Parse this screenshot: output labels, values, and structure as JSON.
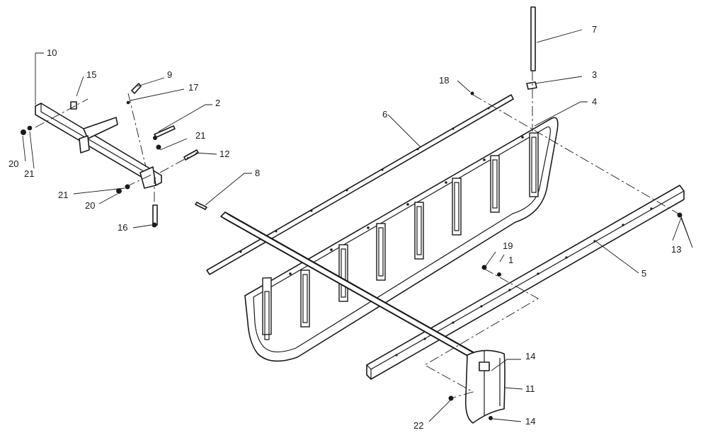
{
  "diagram": {
    "callouts": [
      {
        "id": "c1",
        "label": "1"
      },
      {
        "id": "c2",
        "label": "2"
      },
      {
        "id": "c3",
        "label": "3"
      },
      {
        "id": "c4",
        "label": "4"
      },
      {
        "id": "c5",
        "label": "5"
      },
      {
        "id": "c6",
        "label": "6"
      },
      {
        "id": "c7",
        "label": "7"
      },
      {
        "id": "c8",
        "label": "8"
      },
      {
        "id": "c9",
        "label": "9"
      },
      {
        "id": "c10",
        "label": "10"
      },
      {
        "id": "c11",
        "label": "11"
      },
      {
        "id": "c12",
        "label": "12"
      },
      {
        "id": "c13",
        "label": "13"
      },
      {
        "id": "c14a",
        "label": "14"
      },
      {
        "id": "c14b",
        "label": "14"
      },
      {
        "id": "c15",
        "label": "15"
      },
      {
        "id": "c16",
        "label": "16"
      },
      {
        "id": "c17",
        "label": "17"
      },
      {
        "id": "c18",
        "label": "18"
      },
      {
        "id": "c19",
        "label": "19"
      },
      {
        "id": "c20a",
        "label": "20"
      },
      {
        "id": "c20b",
        "label": "20"
      },
      {
        "id": "c21a",
        "label": "21"
      },
      {
        "id": "c21b",
        "label": "21"
      },
      {
        "id": "c21c",
        "label": "21"
      },
      {
        "id": "c22",
        "label": "22"
      }
    ],
    "line_color": "#1a1a1a",
    "background": "#ffffff"
  }
}
